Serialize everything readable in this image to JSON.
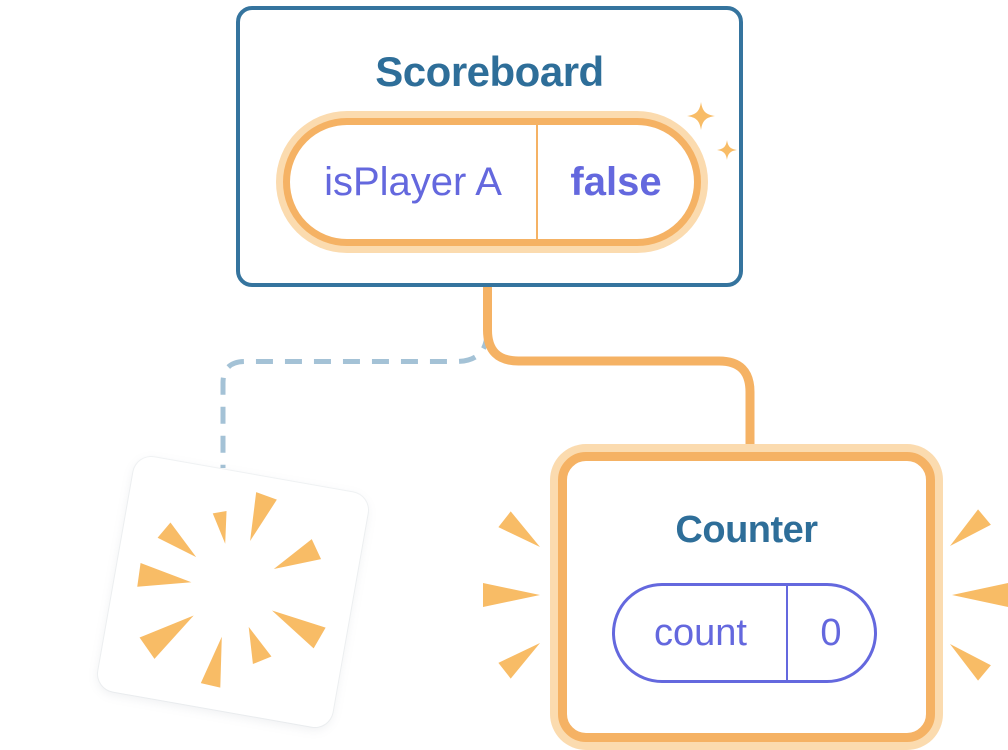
{
  "colors": {
    "card_border_blue": "#35749E",
    "title_blue": "#2E6E99",
    "orange": "#F5B264",
    "orange_halo": "#FBDBAF",
    "purple": "#6468DE",
    "dash_blue": "#A4C2D6",
    "burst": "#F8BC66",
    "card_bg": "#FFFFFF"
  },
  "scoreboard": {
    "title": "Scoreboard",
    "state": {
      "key": "isPlayer A",
      "value": "false"
    }
  },
  "counter": {
    "title": "Counter",
    "state": {
      "key": "count",
      "value": "0"
    }
  },
  "icons": {
    "sparkles": "sparkles-icon",
    "poof_burst": "poof-burst-icon",
    "emphasis_left": "emphasis-burst-left-icon",
    "emphasis_right": "emphasis-burst-right-icon"
  }
}
